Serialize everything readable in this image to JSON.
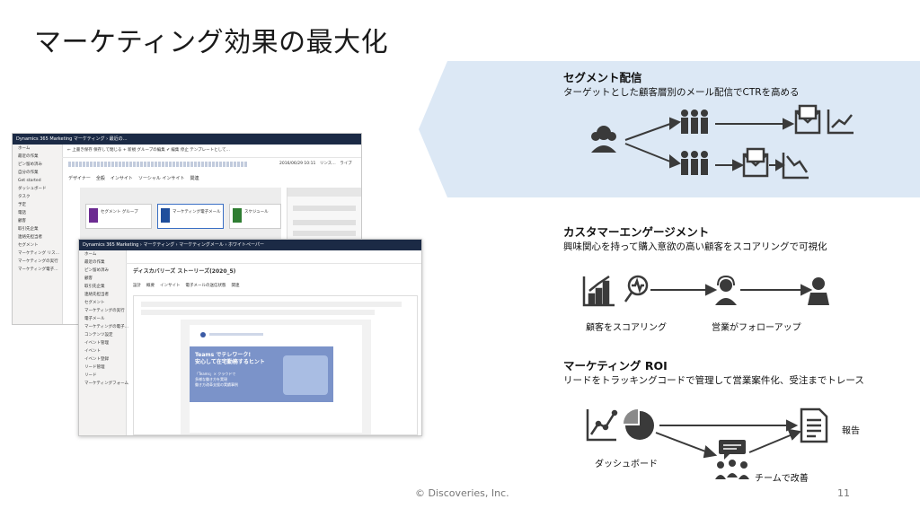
{
  "page": {
    "title": "マーケティング効果の最大化",
    "footer": "© Discoveries, Inc.",
    "page_number": "11"
  },
  "sections": {
    "segment": {
      "title": "セグメント配信",
      "subtitle": "ターゲットとした顧客層別のメール配信でCTRを高める"
    },
    "engagement": {
      "title": "カスタマーエンゲージメント",
      "subtitle": "興味関心を持って購入意欲の高い顧客をスコアリングで可視化",
      "label_score": "顧客をスコアリング",
      "label_follow": "営業がフォローアップ"
    },
    "roi": {
      "title": "マーケティング ROI",
      "subtitle": "リードをトラッキングコードで管理して営業案件化、受注までトレース",
      "label_dashboard": "ダッシュボード",
      "label_report": "報告",
      "label_team": "チームで改善"
    }
  },
  "screenshot_back": {
    "nav": "Dynamics 365   Marketing  マーケティング  ›  最近の…",
    "cmd": "← 上書き保存   保存して閉じる   + 新規   グループの編集   ✔ 編集   停止   テンプレートとして…",
    "tabs": [
      "デザイナー",
      "全般",
      "インサイト",
      "ソーシャル インサイト",
      "関連"
    ],
    "side": [
      "ホーム",
      "最近の作業",
      "ピン留め済み",
      "自分の作業",
      "Get started",
      "ダッシュボード",
      "タスク",
      "予定",
      "電話",
      "顧客",
      "取引先企業",
      "連絡先担当者",
      "セグメント",
      "マーケティング リス…",
      "マーケティングの実行",
      "マーケティング電子…"
    ],
    "steps": [
      "セグメント グループ",
      "マーケティング電子メール",
      "スケジュール"
    ]
  },
  "screenshot_front": {
    "nav": "Dynamics 365   Marketing  › マーケティング › マーケティングメール › ホワイトペーパー",
    "email_name": "ディスカバリーズ ストーリーズ(2020_5)",
    "tabs": [
      "設計",
      "概要",
      "インサイト",
      "電子メールの送信状態",
      "関連"
    ],
    "banner_title": "Teams でテレワーク!\n安心して在宅勤務するヒント",
    "banner_lines": [
      "「Teams」× クラウドで",
      "多様な働き方を実現",
      "働き方改革支援の実績事例"
    ],
    "side": [
      "ホーム",
      "最近の作業",
      "ピン留め済み",
      "顧客",
      "取引先企業",
      "連絡先担当者",
      "セグメント",
      "マーケティングの実行",
      "電子メール",
      "マーケティングの電子…",
      "コンテンツ設定",
      "イベント管理",
      "イベント",
      "イベント登録",
      "リード管理",
      "リード",
      "マーケティングフォーム"
    ]
  },
  "colors": {
    "accent": "#dce8f5",
    "icon": "#3a3a3a",
    "nav": "#1b2a45",
    "banner": "#7b93c9"
  }
}
